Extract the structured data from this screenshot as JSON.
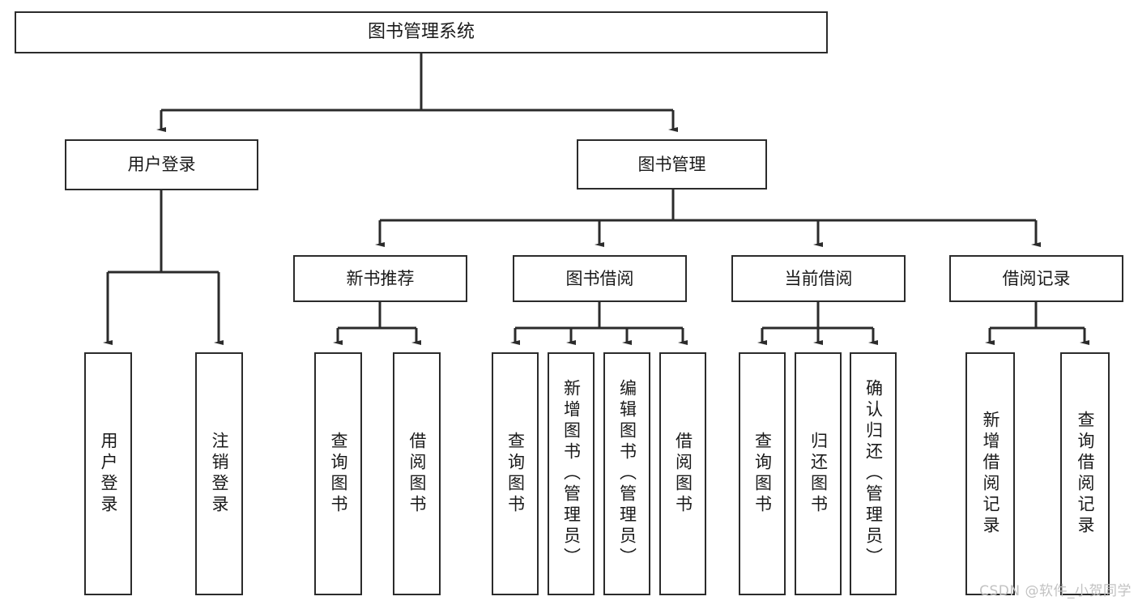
{
  "diagram": {
    "title": "图书管理系统",
    "type": "hierarchy-tree",
    "nodes": {
      "root": {
        "label": "图书管理系统"
      },
      "tier1": [
        {
          "id": "user-login",
          "label": "用户登录"
        },
        {
          "id": "book-management",
          "label": "图书管理"
        }
      ],
      "tier2": [
        {
          "id": "new-book-recommend",
          "label": "新书推荐"
        },
        {
          "id": "book-borrow",
          "label": "图书借阅"
        },
        {
          "id": "current-borrow",
          "label": "当前借阅"
        },
        {
          "id": "borrow-record",
          "label": "借阅记录"
        }
      ],
      "leaves": {
        "user-login": [
          {
            "id": "leaf-user-login",
            "label": "用户登录"
          },
          {
            "id": "leaf-logout-login",
            "label": "注销登录"
          }
        ],
        "new-book-recommend": [
          {
            "id": "leaf-query-book-1",
            "label": "查询图书"
          },
          {
            "id": "leaf-borrow-book-1",
            "label": "借阅图书"
          }
        ],
        "book-borrow": [
          {
            "id": "leaf-query-book-2",
            "label": "查询图书"
          },
          {
            "id": "leaf-add-book",
            "label": "新增图书（管理员）"
          },
          {
            "id": "leaf-edit-book",
            "label": "编辑图书（管理员）"
          },
          {
            "id": "leaf-borrow-book-2",
            "label": "借阅图书"
          }
        ],
        "current-borrow": [
          {
            "id": "leaf-query-book-3",
            "label": "查询图书"
          },
          {
            "id": "leaf-return-book",
            "label": "归还图书"
          },
          {
            "id": "leaf-confirm-return",
            "label": "确认归还（管理员）"
          }
        ],
        "borrow-record": [
          {
            "id": "leaf-add-record",
            "label": "新增借阅记录"
          },
          {
            "id": "leaf-query-record",
            "label": "查询借阅记录"
          }
        ]
      }
    },
    "colors": {
      "border": "#2b2b2b",
      "background": "#ffffff",
      "text": "#1a1a1a",
      "watermark": "#c2c2c2"
    }
  },
  "watermark": {
    "text": "CSDN @软件_小贺同学"
  }
}
